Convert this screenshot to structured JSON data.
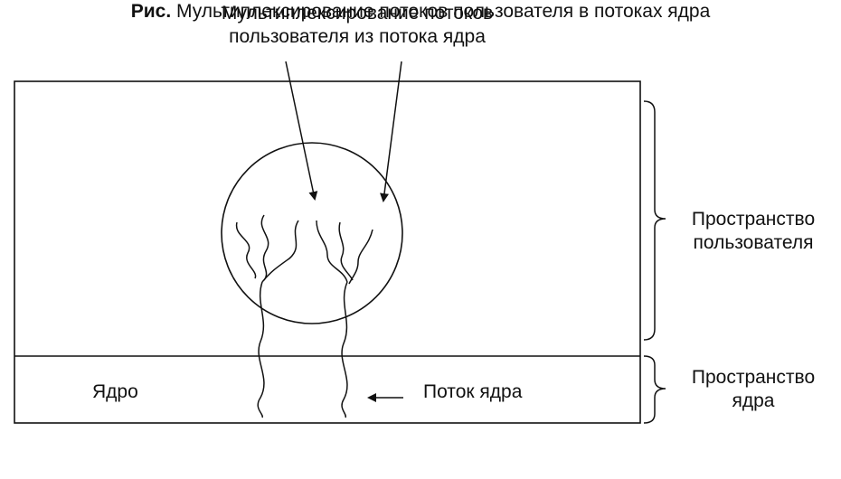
{
  "annotation_top": {
    "line1": "Мультиплексирование потоков",
    "line2": "пользователя из потока ядра"
  },
  "user_space": {
    "line1": "Пространство",
    "line2": "пользователя"
  },
  "kernel_space": {
    "line1": "Пространство",
    "line2": "ядра"
  },
  "kernel_label": "Ядро",
  "kernel_thread_label": "Поток ядра",
  "caption": {
    "prefix": "Рис.",
    "text": "Мультиплексирование потоков пользователя в потоках ядра"
  }
}
